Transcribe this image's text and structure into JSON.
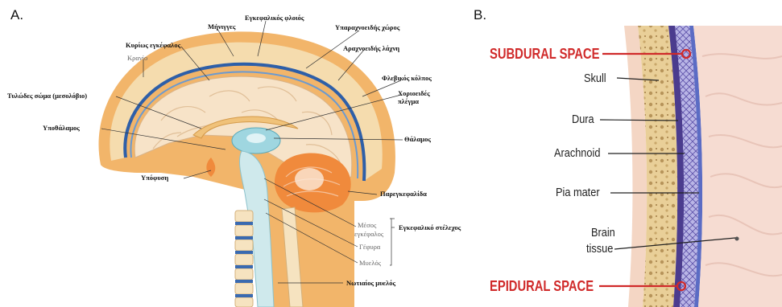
{
  "panelA": {
    "letter": "A.",
    "labels": {
      "meninges": "Μήνιγγες",
      "cortex": "Εγκεφαλικός φλοιός",
      "subarachnoid": "Υπαραχνοειδής χώρος",
      "arachnoid_villi": "Αραχνοειδής λάχνη",
      "cerebrum": "Κυρίως εγκέφαλος",
      "skull": "Κρανίο",
      "venous_sinus": "Φλεβικός κόλπος",
      "choroid_1": "Χοριοειδές",
      "choroid_2": "πλέγμα",
      "corpus_callosum": "Τυλώδες σώμα (μεσολόβιο)",
      "hypothalamus": "Υποθάλαμος",
      "thalamus": "Θάλαμος",
      "pituitary": "Υπόφυση",
      "cerebellum": "Παρεγκεφαλίδα",
      "midbrain_1": "Μέσος",
      "midbrain_2": "εγκέφαλος",
      "brainstem": "Εγκεφαλικό στέλεχος",
      "pons": "Γέφυρα",
      "medulla": "Μυελός",
      "spinal_cord": "Νωτιαίος μυελός"
    }
  },
  "panelB": {
    "letter": "B.",
    "labels": {
      "subdural": "SUBDURAL SPACE",
      "skull": "Skull",
      "dura": "Dura",
      "arachnoid": "Arachnoid",
      "pia": "Pia mater",
      "brain_1": "Brain",
      "brain_2": "tissue",
      "epidural": "EPIDURAL SPACE"
    }
  },
  "colors": {
    "skin": "#f2b56a",
    "bone": "#f5dcae",
    "blue_layer": "#2e5fa8",
    "brain": "#f7e3c8",
    "cerebellum": "#f08a3c",
    "ventricle": "#9fd6e0",
    "red_label": "#d02a2a",
    "dura_purple": "#4b3c8e"
  }
}
